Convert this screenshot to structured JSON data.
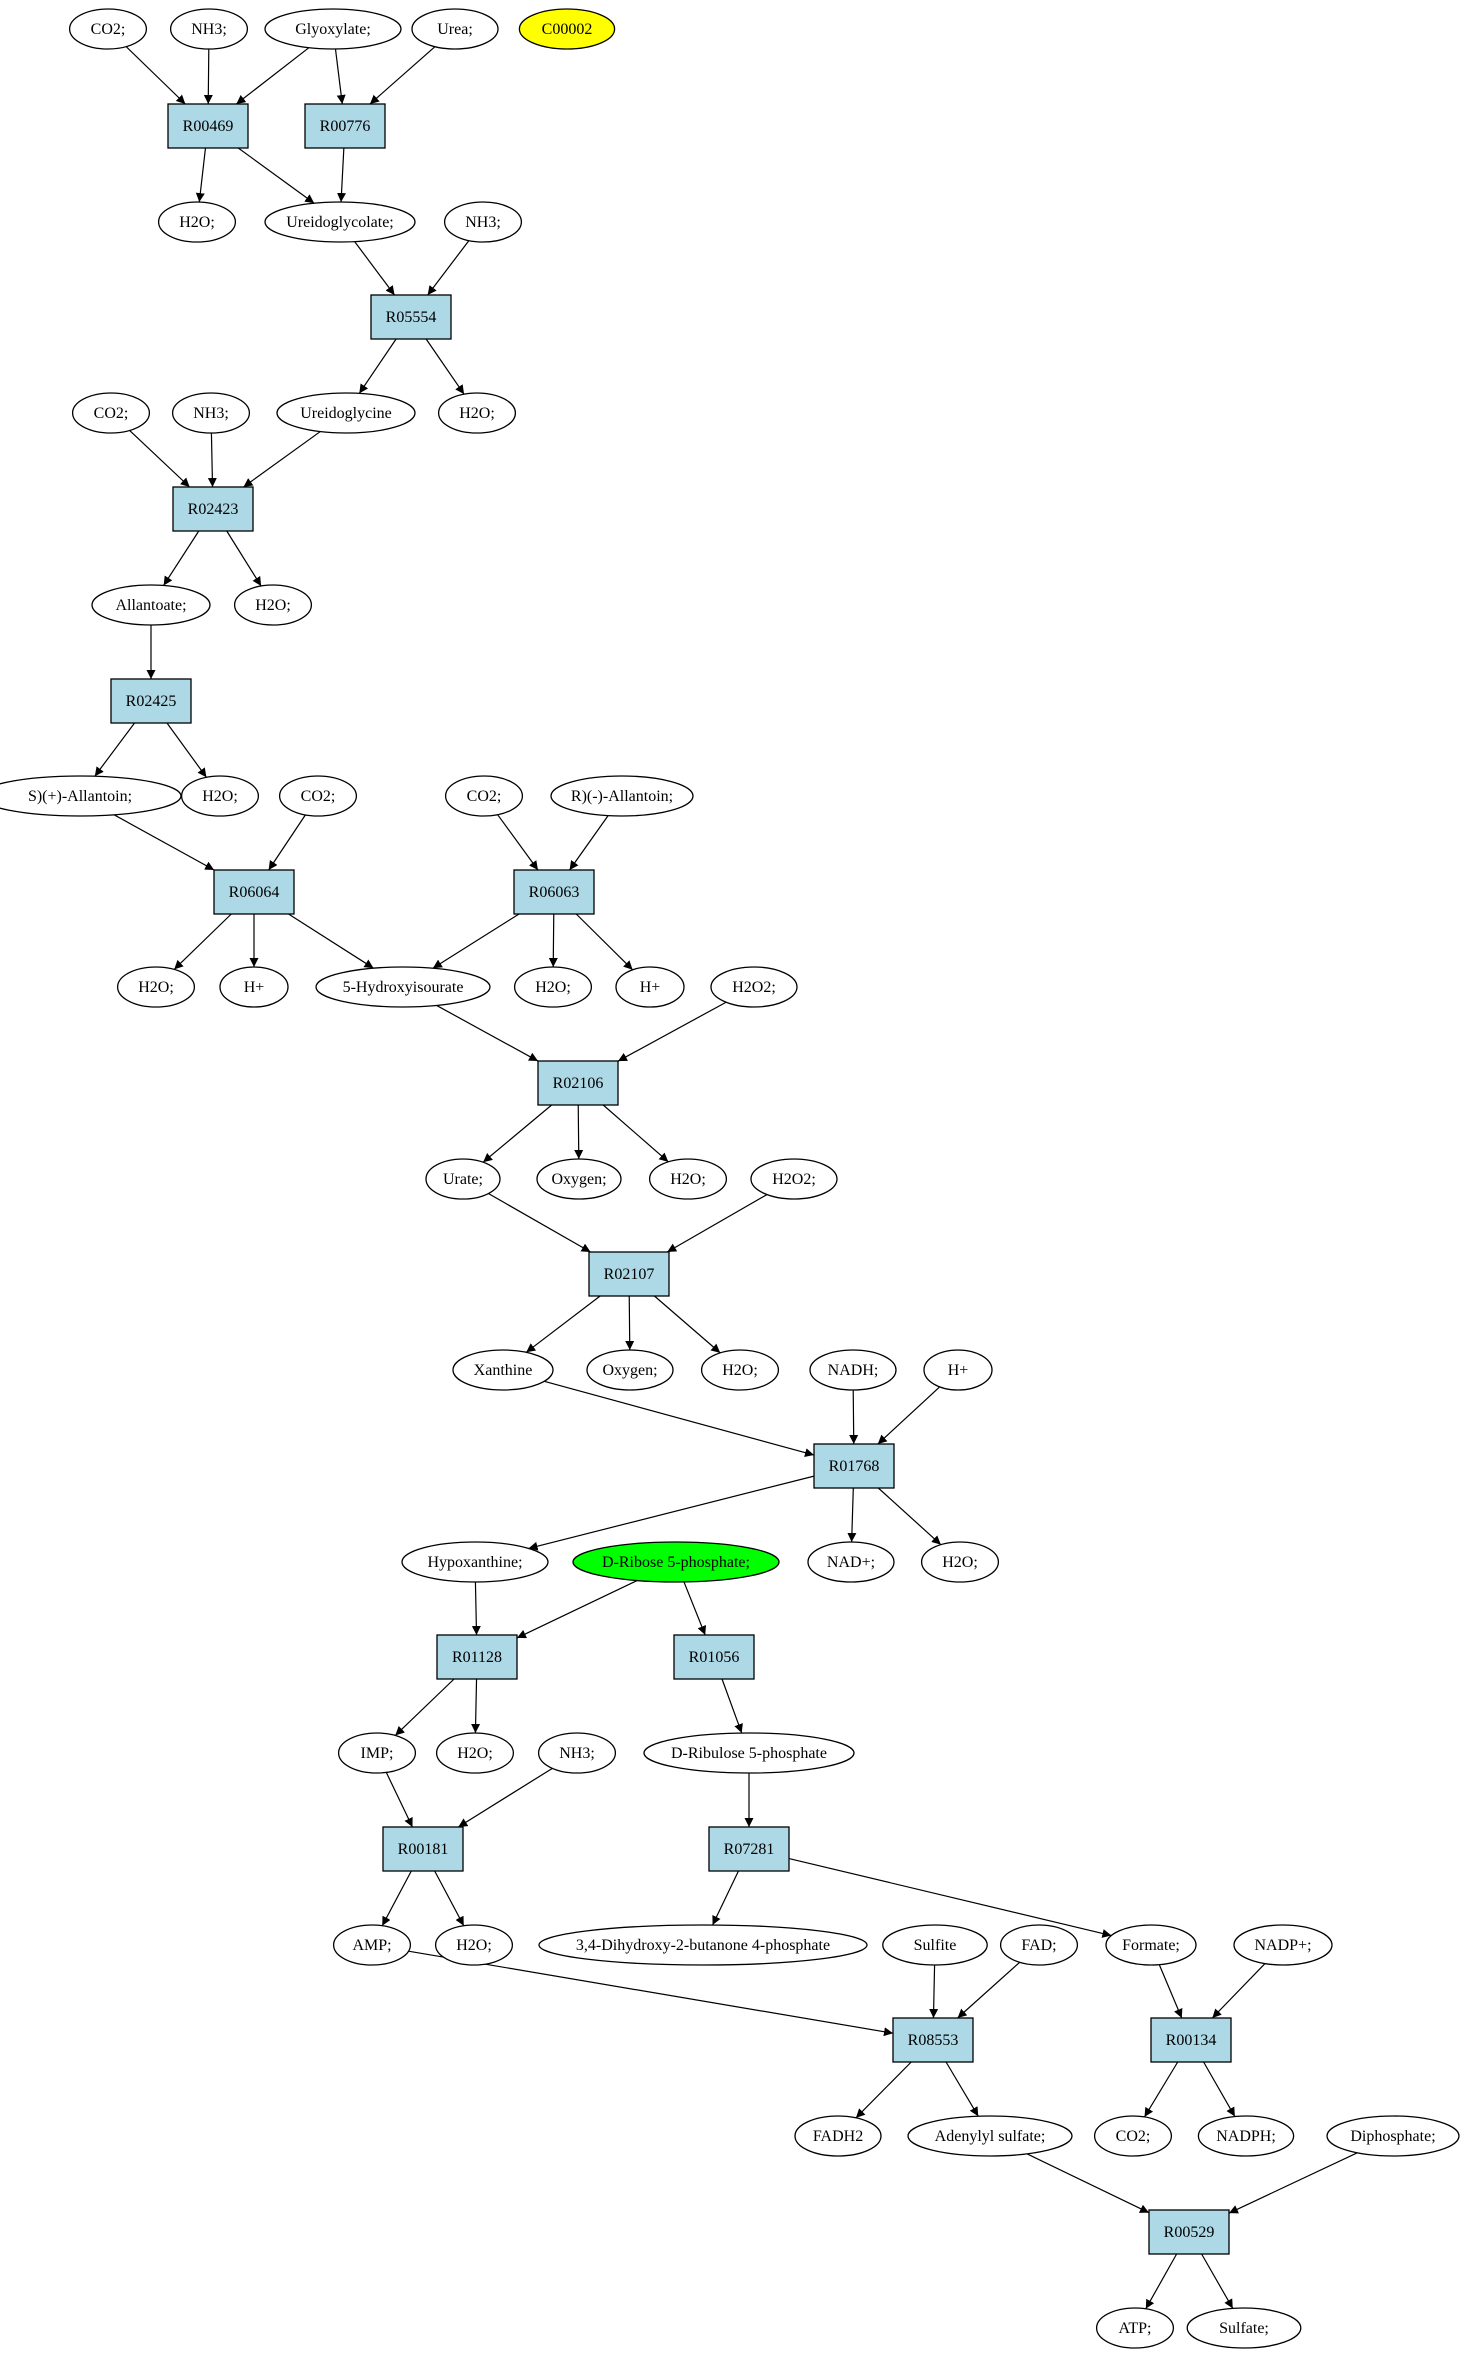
{
  "colors": {
    "reaction_fill": "#add8e6",
    "compound_fill": "#ffffff",
    "start_fill": "#ffff00",
    "highlight_fill": "#00ff00",
    "stroke": "#000000"
  },
  "diagram": {
    "nodes": [
      {
        "id": "co2_1",
        "label": "CO2;",
        "kind": "compound"
      },
      {
        "id": "nh3_1",
        "label": "NH3;",
        "kind": "compound"
      },
      {
        "id": "glyoxylate",
        "label": "Glyoxylate;",
        "kind": "compound"
      },
      {
        "id": "urea",
        "label": "Urea;",
        "kind": "compound"
      },
      {
        "id": "c00002",
        "label": "C00002",
        "kind": "start"
      },
      {
        "id": "r00469",
        "label": "R00469",
        "kind": "reaction"
      },
      {
        "id": "r00776",
        "label": "R00776",
        "kind": "reaction"
      },
      {
        "id": "h2o_1",
        "label": "H2O;",
        "kind": "compound"
      },
      {
        "id": "ureidoglycolate",
        "label": "Ureidoglycolate;",
        "kind": "compound"
      },
      {
        "id": "nh3_2",
        "label": "NH3;",
        "kind": "compound"
      },
      {
        "id": "r05554",
        "label": "R05554",
        "kind": "reaction"
      },
      {
        "id": "co2_2",
        "label": "CO2;",
        "kind": "compound"
      },
      {
        "id": "nh3_3",
        "label": "NH3;",
        "kind": "compound"
      },
      {
        "id": "ureidoglycine",
        "label": "Ureidoglycine",
        "kind": "compound"
      },
      {
        "id": "h2o_2",
        "label": "H2O;",
        "kind": "compound"
      },
      {
        "id": "r02423",
        "label": "R02423",
        "kind": "reaction"
      },
      {
        "id": "allantoate",
        "label": "Allantoate;",
        "kind": "compound"
      },
      {
        "id": "h2o_3",
        "label": "H2O;",
        "kind": "compound"
      },
      {
        "id": "r02425",
        "label": "R02425",
        "kind": "reaction"
      },
      {
        "id": "s_allantoin",
        "label": "S)(+)-Allantoin;",
        "kind": "compound"
      },
      {
        "id": "h2o_4",
        "label": "H2O;",
        "kind": "compound"
      },
      {
        "id": "co2_3",
        "label": "CO2;",
        "kind": "compound"
      },
      {
        "id": "co2_4",
        "label": "CO2;",
        "kind": "compound"
      },
      {
        "id": "r_allantoin",
        "label": "R)(-)-Allantoin;",
        "kind": "compound"
      },
      {
        "id": "r06064",
        "label": "R06064",
        "kind": "reaction"
      },
      {
        "id": "r06063",
        "label": "R06063",
        "kind": "reaction"
      },
      {
        "id": "h2o_5",
        "label": "H2O;",
        "kind": "compound"
      },
      {
        "id": "hplus_1",
        "label": "H+",
        "kind": "compound"
      },
      {
        "id": "hydroxyisourate",
        "label": "5-Hydroxyisourate",
        "kind": "compound"
      },
      {
        "id": "h2o_6",
        "label": "H2O;",
        "kind": "compound"
      },
      {
        "id": "hplus_2",
        "label": "H+",
        "kind": "compound"
      },
      {
        "id": "h2o2_1",
        "label": "H2O2;",
        "kind": "compound"
      },
      {
        "id": "r02106",
        "label": "R02106",
        "kind": "reaction"
      },
      {
        "id": "urate",
        "label": "Urate;",
        "kind": "compound"
      },
      {
        "id": "oxygen_1",
        "label": "Oxygen;",
        "kind": "compound"
      },
      {
        "id": "h2o_7",
        "label": "H2O;",
        "kind": "compound"
      },
      {
        "id": "h2o2_2",
        "label": "H2O2;",
        "kind": "compound"
      },
      {
        "id": "r02107",
        "label": "R02107",
        "kind": "reaction"
      },
      {
        "id": "xanthine",
        "label": "Xanthine",
        "kind": "compound"
      },
      {
        "id": "oxygen_2",
        "label": "Oxygen;",
        "kind": "compound"
      },
      {
        "id": "h2o_8",
        "label": "H2O;",
        "kind": "compound"
      },
      {
        "id": "nadh",
        "label": "NADH;",
        "kind": "compound"
      },
      {
        "id": "hplus_3",
        "label": "H+",
        "kind": "compound"
      },
      {
        "id": "r01768",
        "label": "R01768",
        "kind": "reaction"
      },
      {
        "id": "hypoxanthine",
        "label": "Hypoxanthine;",
        "kind": "compound"
      },
      {
        "id": "ribose5p",
        "label": "D-Ribose 5-phosphate;",
        "kind": "highlight"
      },
      {
        "id": "nadplus",
        "label": "NAD+;",
        "kind": "compound"
      },
      {
        "id": "h2o_9",
        "label": "H2O;",
        "kind": "compound"
      },
      {
        "id": "r01128",
        "label": "R01128",
        "kind": "reaction"
      },
      {
        "id": "r01056",
        "label": "R01056",
        "kind": "reaction"
      },
      {
        "id": "imp",
        "label": "IMP;",
        "kind": "compound"
      },
      {
        "id": "h2o_10",
        "label": "H2O;",
        "kind": "compound"
      },
      {
        "id": "nh3_4",
        "label": "NH3;",
        "kind": "compound"
      },
      {
        "id": "ribulose5p",
        "label": "D-Ribulose 5-phosphate",
        "kind": "compound"
      },
      {
        "id": "r00181",
        "label": "R00181",
        "kind": "reaction"
      },
      {
        "id": "r07281",
        "label": "R07281",
        "kind": "reaction"
      },
      {
        "id": "amp",
        "label": "AMP;",
        "kind": "compound"
      },
      {
        "id": "h2o_11",
        "label": "H2O;",
        "kind": "compound"
      },
      {
        "id": "dhbp",
        "label": "3,4-Dihydroxy-2-butanone 4-phosphate",
        "kind": "compound"
      },
      {
        "id": "sulfite",
        "label": "Sulfite",
        "kind": "compound"
      },
      {
        "id": "fad",
        "label": "FAD;",
        "kind": "compound"
      },
      {
        "id": "formate",
        "label": "Formate;",
        "kind": "compound"
      },
      {
        "id": "nadpplus",
        "label": "NADP+;",
        "kind": "compound"
      },
      {
        "id": "r08553",
        "label": "R08553",
        "kind": "reaction"
      },
      {
        "id": "r00134",
        "label": "R00134",
        "kind": "reaction"
      },
      {
        "id": "fadh2",
        "label": "FADH2",
        "kind": "compound"
      },
      {
        "id": "adenylyl_sulfate",
        "label": "Adenylyl sulfate;",
        "kind": "compound"
      },
      {
        "id": "co2_5",
        "label": "CO2;",
        "kind": "compound"
      },
      {
        "id": "nadph",
        "label": "NADPH;",
        "kind": "compound"
      },
      {
        "id": "diphosphate",
        "label": "Diphosphate;",
        "kind": "compound"
      },
      {
        "id": "r00529",
        "label": "R00529",
        "kind": "reaction"
      },
      {
        "id": "atp",
        "label": "ATP;",
        "kind": "compound"
      },
      {
        "id": "sulfate",
        "label": "Sulfate;",
        "kind": "compound"
      }
    ],
    "edges": [
      {
        "from": "co2_1",
        "to": "r00469"
      },
      {
        "from": "nh3_1",
        "to": "r00469"
      },
      {
        "from": "glyoxylate",
        "to": "r00469"
      },
      {
        "from": "glyoxylate",
        "to": "r00776"
      },
      {
        "from": "urea",
        "to": "r00776"
      },
      {
        "from": "r00469",
        "to": "h2o_1"
      },
      {
        "from": "r00469",
        "to": "ureidoglycolate"
      },
      {
        "from": "r00776",
        "to": "ureidoglycolate"
      },
      {
        "from": "ureidoglycolate",
        "to": "r05554"
      },
      {
        "from": "nh3_2",
        "to": "r05554"
      },
      {
        "from": "r05554",
        "to": "ureidoglycine"
      },
      {
        "from": "r05554",
        "to": "h2o_2"
      },
      {
        "from": "co2_2",
        "to": "r02423"
      },
      {
        "from": "nh3_3",
        "to": "r02423"
      },
      {
        "from": "ureidoglycine",
        "to": "r02423"
      },
      {
        "from": "r02423",
        "to": "allantoate"
      },
      {
        "from": "r02423",
        "to": "h2o_3"
      },
      {
        "from": "allantoate",
        "to": "r02425"
      },
      {
        "from": "r02425",
        "to": "s_allantoin"
      },
      {
        "from": "r02425",
        "to": "h2o_4"
      },
      {
        "from": "s_allantoin",
        "to": "r06064"
      },
      {
        "from": "co2_3",
        "to": "r06064"
      },
      {
        "from": "co2_4",
        "to": "r06063"
      },
      {
        "from": "r_allantoin",
        "to": "r06063"
      },
      {
        "from": "r06064",
        "to": "h2o_5"
      },
      {
        "from": "r06064",
        "to": "hplus_1"
      },
      {
        "from": "r06064",
        "to": "hydroxyisourate"
      },
      {
        "from": "r06063",
        "to": "hydroxyisourate"
      },
      {
        "from": "r06063",
        "to": "h2o_6"
      },
      {
        "from": "r06063",
        "to": "hplus_2"
      },
      {
        "from": "hydroxyisourate",
        "to": "r02106"
      },
      {
        "from": "h2o2_1",
        "to": "r02106"
      },
      {
        "from": "r02106",
        "to": "urate"
      },
      {
        "from": "r02106",
        "to": "oxygen_1"
      },
      {
        "from": "r02106",
        "to": "h2o_7"
      },
      {
        "from": "urate",
        "to": "r02107"
      },
      {
        "from": "h2o2_2",
        "to": "r02107"
      },
      {
        "from": "r02107",
        "to": "xanthine"
      },
      {
        "from": "r02107",
        "to": "oxygen_2"
      },
      {
        "from": "r02107",
        "to": "h2o_8"
      },
      {
        "from": "xanthine",
        "to": "r01768"
      },
      {
        "from": "nadh",
        "to": "r01768"
      },
      {
        "from": "hplus_3",
        "to": "r01768"
      },
      {
        "from": "r01768",
        "to": "hypoxanthine"
      },
      {
        "from": "r01768",
        "to": "nadplus"
      },
      {
        "from": "r01768",
        "to": "h2o_9"
      },
      {
        "from": "hypoxanthine",
        "to": "r01128"
      },
      {
        "from": "ribose5p",
        "to": "r01128"
      },
      {
        "from": "ribose5p",
        "to": "r01056"
      },
      {
        "from": "r01128",
        "to": "imp"
      },
      {
        "from": "r01128",
        "to": "h2o_10"
      },
      {
        "from": "r01056",
        "to": "ribulose5p"
      },
      {
        "from": "imp",
        "to": "r00181"
      },
      {
        "from": "nh3_4",
        "to": "r00181"
      },
      {
        "from": "ribulose5p",
        "to": "r07281"
      },
      {
        "from": "r00181",
        "to": "amp"
      },
      {
        "from": "r00181",
        "to": "h2o_11"
      },
      {
        "from": "r07281",
        "to": "dhbp"
      },
      {
        "from": "r07281",
        "to": "formate"
      },
      {
        "from": "amp",
        "to": "r08553"
      },
      {
        "from": "sulfite",
        "to": "r08553"
      },
      {
        "from": "fad",
        "to": "r08553"
      },
      {
        "from": "formate",
        "to": "r00134"
      },
      {
        "from": "nadpplus",
        "to": "r00134"
      },
      {
        "from": "r08553",
        "to": "fadh2"
      },
      {
        "from": "r08553",
        "to": "adenylyl_sulfate"
      },
      {
        "from": "r00134",
        "to": "co2_5"
      },
      {
        "from": "r00134",
        "to": "nadph"
      },
      {
        "from": "adenylyl_sulfate",
        "to": "r00529"
      },
      {
        "from": "diphosphate",
        "to": "r00529"
      },
      {
        "from": "r00529",
        "to": "atp"
      },
      {
        "from": "r00529",
        "to": "sulfate"
      }
    ]
  }
}
